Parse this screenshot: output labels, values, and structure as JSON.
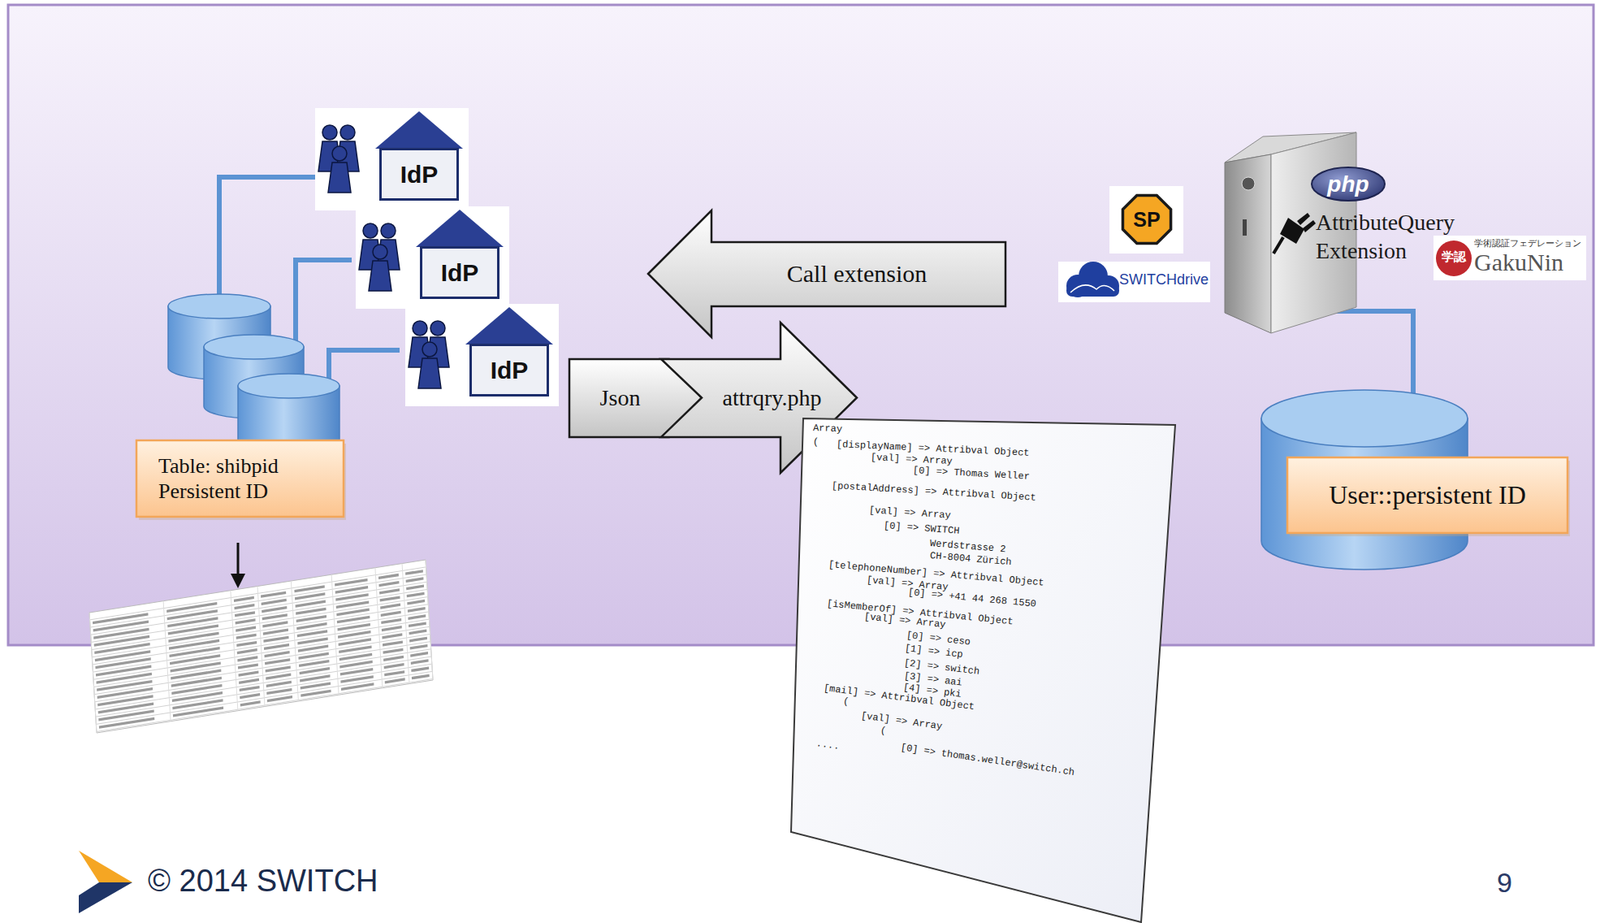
{
  "diagram": {
    "nodes": [
      {
        "text": [
          "IdP"
        ]
      },
      {
        "text": [
          "IdP"
        ]
      },
      {
        "text": [
          "IdP"
        ]
      },
      {
        "text": [
          "Table: shibpid Persistent ID"
        ]
      },
      {
        "text": [
          "Call extension"
        ]
      },
      {
        "text": [
          "Json"
        ]
      },
      {
        "text": [
          "attrqry.php"
        ]
      },
      {
        "text": [
          "SP"
        ]
      },
      {
        "text": [
          "php"
        ]
      },
      {
        "text": [
          "User::persistent ID"
        ]
      }
    ],
    "labels": [
      "Array",
      "(",
      "[displayName] => Attribval Object",
      "[val] => Array",
      "[0] => Thomas Weller",
      "[postalAddress] => Attribval Object",
      "[val] => Array",
      "[0] => SWITCH",
      "Werdstrasse 2",
      "CH-8004 Zürich",
      "[telephoneNumber] => Attribval Object",
      "[val] => Array",
      "[0] => +41 44 268 1550",
      "[isMemberOf] => Attribval Object",
      "[val] => Array",
      "[0] => ceso",
      "[1] => icp",
      "[2] => switch",
      "[3] => aai",
      "[4] => pki",
      "[mail] => Attribval Object",
      "(",
      "[val] => Array",
      "(",
      "[0] => thomas.weller@switch.ch",
      "....",
      "SWITCHdrive",
      "AttributeQuery Extension",
      "学術認証フェデレーション",
      "学認",
      "GakuNin",
      "© 2014 SWITCH",
      "9"
    ]
  }
}
